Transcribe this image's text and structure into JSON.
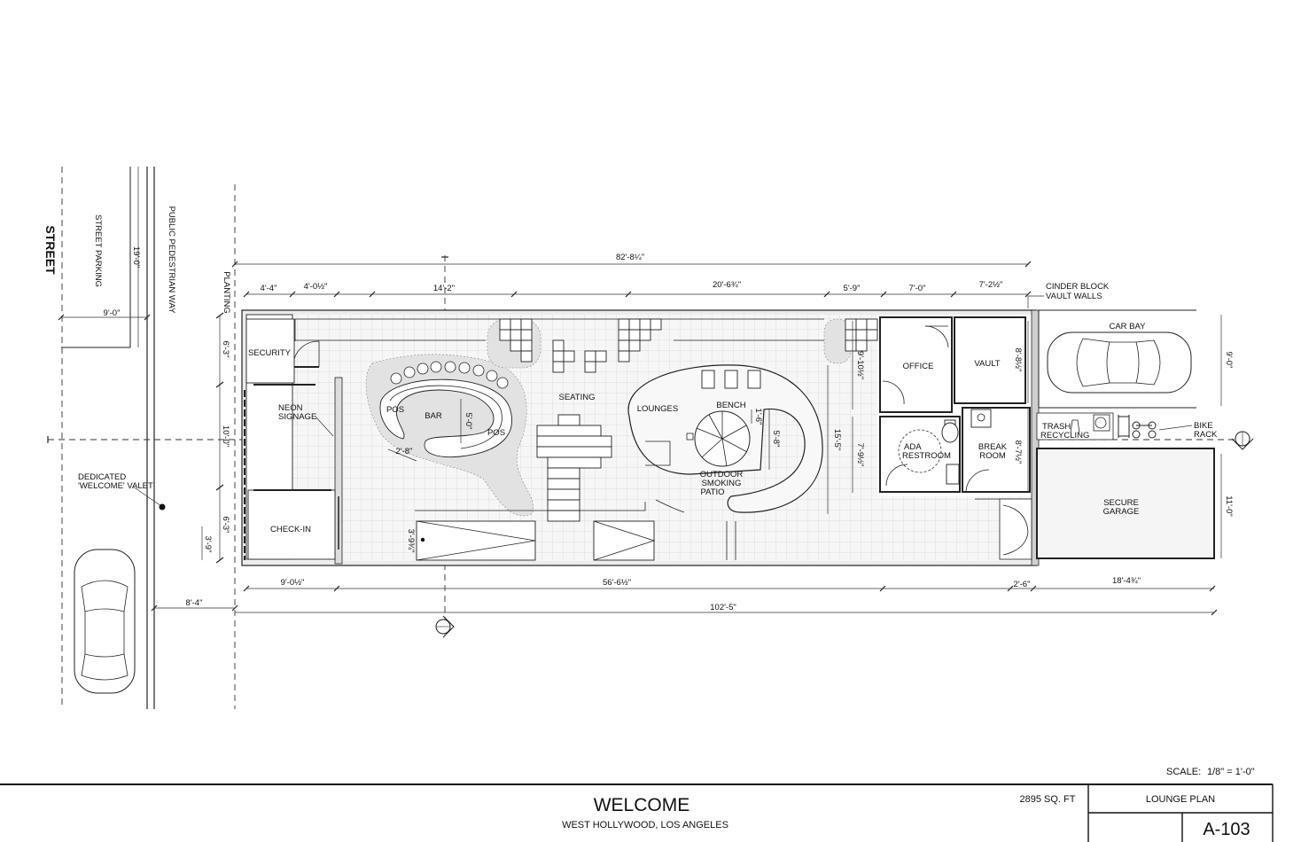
{
  "context": {
    "street": "STREET",
    "street_parking": "STREET PARKING",
    "pedestrian_way": "PUBLIC PEDESTRIAN WAY",
    "planting": "PLANTING",
    "valet_line1": "DEDICATED",
    "valet_line2": "'WELCOME' VALET"
  },
  "rooms": {
    "security": "SECURITY",
    "neon_line1": "NEON",
    "neon_line2": "SIGNAGE",
    "checkin": "CHECK-IN",
    "pos1": "POS",
    "bar": "BAR",
    "pos2": "POS",
    "seating": "SEATING",
    "lounges": "LOUNGES",
    "bench": "BENCH",
    "patio_line1": "OUTDOOR",
    "patio_line2": "SMOKING",
    "patio_line3": "PATIO",
    "office": "OFFICE",
    "vault": "VAULT",
    "ada_line1": "ADA",
    "ada_line2": "RESTROOM",
    "break_line1": "BREAK",
    "break_line2": "ROOM",
    "trash": "TRASH",
    "recycling": "RECYCLING",
    "bike_line1": "BIKE",
    "bike_line2": "RACK",
    "car_bay": "CAR BAY",
    "garage_line1": "SECURE",
    "garage_line2": "GARAGE",
    "cinder_line1": "CINDER BLOCK",
    "cinder_line2": "VAULT WALLS"
  },
  "dims": {
    "overall_top": "82'-8¼\"",
    "d_4_4": "4'-4\"",
    "d_4_0": "4'-0½\"",
    "d_14_2": "14'-2\"",
    "d_20_6": "20'-6¾\"",
    "d_5_9": "5'-9\"",
    "d_7_0": "7'-0\"",
    "d_7_2": "7'-2½\"",
    "d_9_0_top": "9'-0\"",
    "d_19_0": "19'-0\"",
    "d_6_3a": "6'-3\"",
    "d_10_0": "10'-0\"",
    "d_6_3b": "6'-3\"",
    "d_3_9": "3'-9\"",
    "d_9_0b": "9'-0½\"",
    "d_56_6": "56'-6½\"",
    "d_2_6": "2'-6\"",
    "d_18_4": "18'-4¾\"",
    "d_8_4": "8'-4\"",
    "d_102_5": "102'-5\"",
    "d_5_0": "5'-0\"",
    "d_2_8": "2'-8\"",
    "d_3_9b": "3'-9¾\"",
    "d_1_6": "1'-6\"",
    "d_5_8": "5'-8\"",
    "d_15_5": "15'-5\"",
    "d_9_10": "9'-10½\"",
    "d_7_9": "7'-9½\"",
    "d_8_8": "8'-8½\"",
    "d_8_7": "8'-7½\"",
    "d_9_0_bay": "9'-0\"",
    "d_11_0": "11'-0\""
  },
  "title_block": {
    "scale_label": "SCALE:",
    "scale_value": "1/8\" = 1'-0\"",
    "project": "WELCOME",
    "location": "WEST HOLLYWOOD, LOS ANGELES",
    "area": "2895 SQ. FT",
    "sheet_title": "LOUNGE PLAN",
    "sheet_number": "A-103"
  }
}
